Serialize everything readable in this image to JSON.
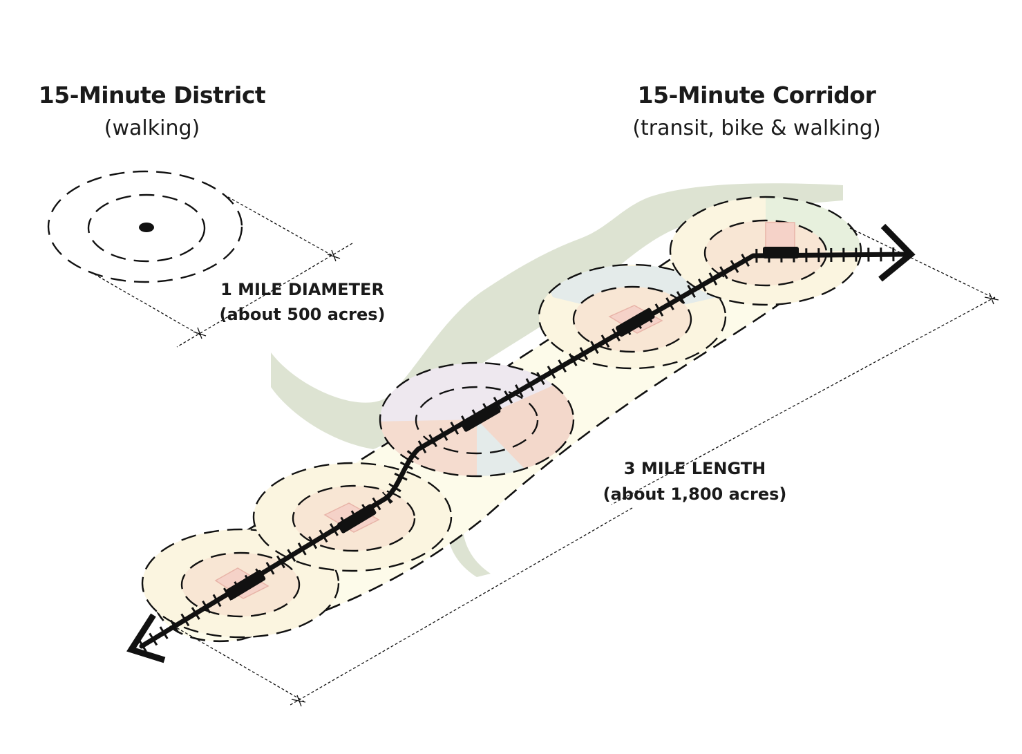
{
  "district": {
    "title": "15-Minute District",
    "subtitle": "(walking)",
    "measure_line1": "1 MILE DIAMETER",
    "measure_line2": "(about 500 acres)"
  },
  "corridor": {
    "title": "15-Minute Corridor",
    "subtitle": "(transit, bike & walking)",
    "measure_line1": "3 MILE LENGTH",
    "measure_line2": "(about 1,800 acres)"
  },
  "colors": {
    "ink": "#111111",
    "river": "#dde3d2",
    "corridor_fill": "#fdfbea",
    "ring_fill": "#fbf5e0",
    "center_fill": "#f8e6d4",
    "mixed_use": "#f5d8cc",
    "civic": "#eeeaf0",
    "institutional": "#e6eceb",
    "open_space": "#e7f0dd"
  }
}
